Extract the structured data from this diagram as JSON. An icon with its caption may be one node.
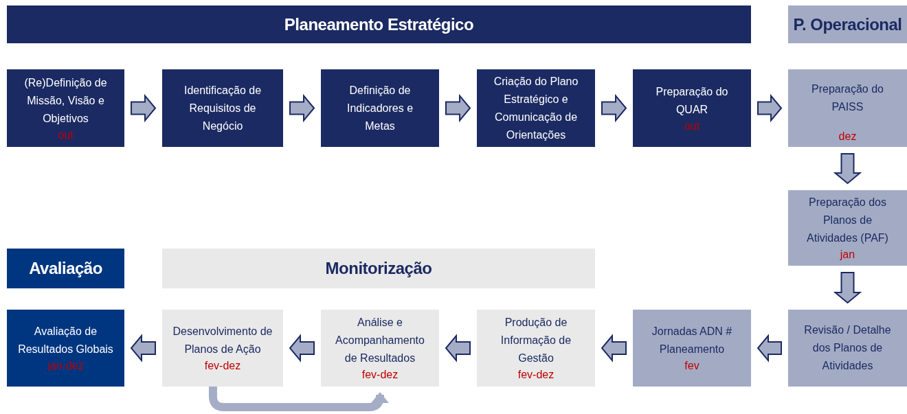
{
  "diagram": {
    "nodes": [
      {
        "text": [
          "Planeamento Estratégico"
        ]
      },
      {
        "text": [
          "P. Operacional"
        ]
      },
      {
        "text": [
          "(Re)Definição de Missão, Visão e Objetivos",
          "out"
        ]
      },
      {
        "text": [
          "Identificação de Requisitos de Negócio"
        ]
      },
      {
        "text": [
          "Definição de Indicadores e Metas"
        ]
      },
      {
        "text": [
          "Criação do Plano Estratégico e Comunicação de Orientações"
        ]
      },
      {
        "text": [
          "Preparação do QUAR",
          "out"
        ]
      },
      {
        "text": [
          "Preparação do PAISS",
          "dez"
        ]
      },
      {
        "text": [
          "Preparação dos Planos de Atividades (PAF)",
          "jan"
        ]
      },
      {
        "text": [
          "Avaliação"
        ]
      },
      {
        "text": [
          "Monitorização"
        ]
      },
      {
        "text": [
          "Avaliação de Resultados Globais",
          "jan-dez"
        ]
      },
      {
        "text": [
          "Desenvolvimento de Planos de Ação",
          "fev-dez"
        ]
      },
      {
        "text": [
          "Análise e Acompanhamento de Resultados",
          "fev-dez"
        ]
      },
      {
        "text": [
          "Produção de Informação de Gestão",
          "fev-dez"
        ]
      },
      {
        "text": [
          "Jornadas ADN # Planeamento",
          "fev"
        ]
      },
      {
        "text": [
          "Revisão / Detalhe dos Planos de Atividades"
        ]
      }
    ],
    "edges": [
      {
        "from": 2,
        "to": 3,
        "arrow": "to"
      },
      {
        "from": 3,
        "to": 4,
        "arrow": "to"
      },
      {
        "from": 4,
        "to": 5,
        "arrow": "to"
      },
      {
        "from": 5,
        "to": 6,
        "arrow": "to"
      },
      {
        "from": 6,
        "to": 7,
        "arrow": "to"
      },
      {
        "from": 7,
        "to": 8,
        "arrow": "to"
      },
      {
        "from": 8,
        "to": 16,
        "arrow": "to"
      },
      {
        "from": 16,
        "to": 15,
        "arrow": "to"
      },
      {
        "from": 15,
        "to": 14,
        "arrow": "to"
      },
      {
        "from": 14,
        "to": 13,
        "arrow": "to"
      },
      {
        "from": 13,
        "to": 12,
        "arrow": "to"
      },
      {
        "from": 12,
        "to": 11,
        "arrow": "to"
      },
      {
        "from": 12,
        "to": 13,
        "arrow": "to"
      }
    ]
  }
}
